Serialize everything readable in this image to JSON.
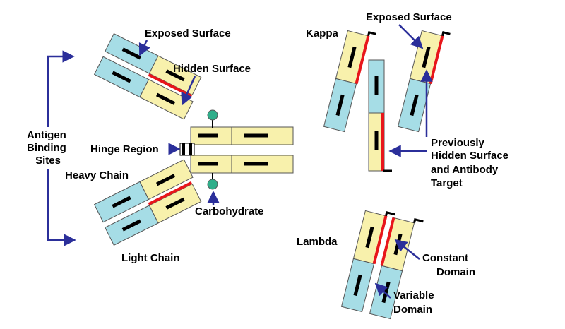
{
  "labels": {
    "exposed_surface_left": "Exposed Surface",
    "hidden_surface": "Hidden Surface",
    "antigen_binding_sites": [
      "Antigen",
      "Binding",
      "Sites"
    ],
    "hinge_region": "Hinge Region",
    "heavy_chain": "Heavy Chain",
    "carbohydrate": "Carbohydrate",
    "light_chain": "Light Chain",
    "kappa": "Kappa",
    "exposed_surface_right": "Exposed Surface",
    "previously_hidden": [
      "Previously",
      "Hidden Surface",
      "and Antibody",
      "Target"
    ],
    "lambda": "Lambda",
    "constant_domain": [
      "Constant",
      "Domain"
    ],
    "variable_domain": [
      "Variable",
      "Domain"
    ]
  },
  "colors": {
    "variable_domain": "#a6dde6",
    "constant_domain": "#f8f1ac",
    "hidden_surface": "#e8161b",
    "outline": "#555555",
    "carbohydrate": "#2fae8a",
    "arrow": "#2b2f9a",
    "text": "#000000"
  }
}
